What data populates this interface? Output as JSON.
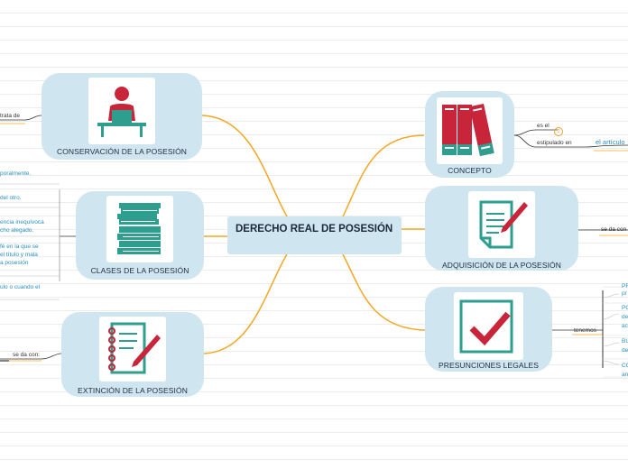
{
  "central": {
    "title": "DERECHO REAL DE POSESIÓN"
  },
  "nodes": {
    "concepto": {
      "label": "CONCEPTO",
      "icon": "books-icon"
    },
    "adquisicion": {
      "label": "ADQUISICIÓN DE LA POSESIÓN",
      "icon": "document-pen-icon"
    },
    "presunciones": {
      "label": "PRESUNCIONES LEGALES",
      "icon": "checkbox-icon"
    },
    "conservacion": {
      "label": "CONSERVACIÓN DE LA POSESIÓN",
      "icon": "person-at-desk-icon"
    },
    "clases": {
      "label": "CLASES DE LA POSESIÓN",
      "icon": "book-stack-icon"
    },
    "extincion": {
      "label": "EXTINCIÓN DE LA POSESIÓN",
      "icon": "notepad-icon"
    }
  },
  "labels": {
    "es_el": "es el",
    "badge": "2",
    "estipulado_en": "estipulado en",
    "el_articulo": "el artículo",
    "se_da_con": "se da con",
    "tenemos": "tenemos",
    "trata_de": "trata de",
    "se_da_con_2": "se da con:"
  },
  "right_fragments": [
    "PR",
    "pr",
    "PO",
    "de",
    "ac",
    "BU",
    "de",
    "CO",
    "an"
  ],
  "left_fragments": [
    "poralmente.",
    "del otro.",
    "encia inequívoca",
    "cho alegado.",
    "fé en la que se",
    "el título y mala",
    "a posesión",
    "ulo o cuando el"
  ],
  "colors": {
    "node_bg": "#cfe6f1",
    "connector": "#f5a623",
    "teal": "#2e9e8f",
    "red": "#c8253a"
  }
}
